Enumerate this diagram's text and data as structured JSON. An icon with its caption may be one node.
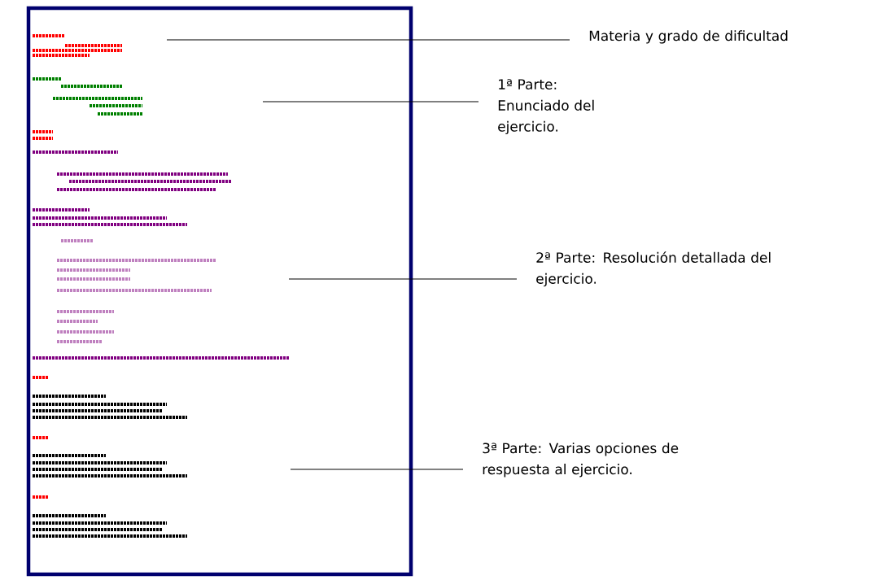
{
  "diagram": {
    "nodes": [
      {
        "text": [
          "Materia y grado de dificultad"
        ]
      },
      {
        "text": [
          "1ª Parte: Enunciado del ejercicio."
        ]
      },
      {
        "text": [
          "2ª Parte: Resolución detallada del ejercicio."
        ]
      },
      {
        "text": [
          "3ª Parte: Varias opciones de respuesta al ejercicio."
        ]
      }
    ],
    "edges": [
      {
        "from": 0,
        "to": null,
        "arrow": "none"
      },
      {
        "from": 1,
        "to": null,
        "arrow": "none"
      },
      {
        "from": 2,
        "to": null,
        "arrow": "none"
      },
      {
        "from": 3,
        "to": null,
        "arrow": "none"
      }
    ]
  }
}
